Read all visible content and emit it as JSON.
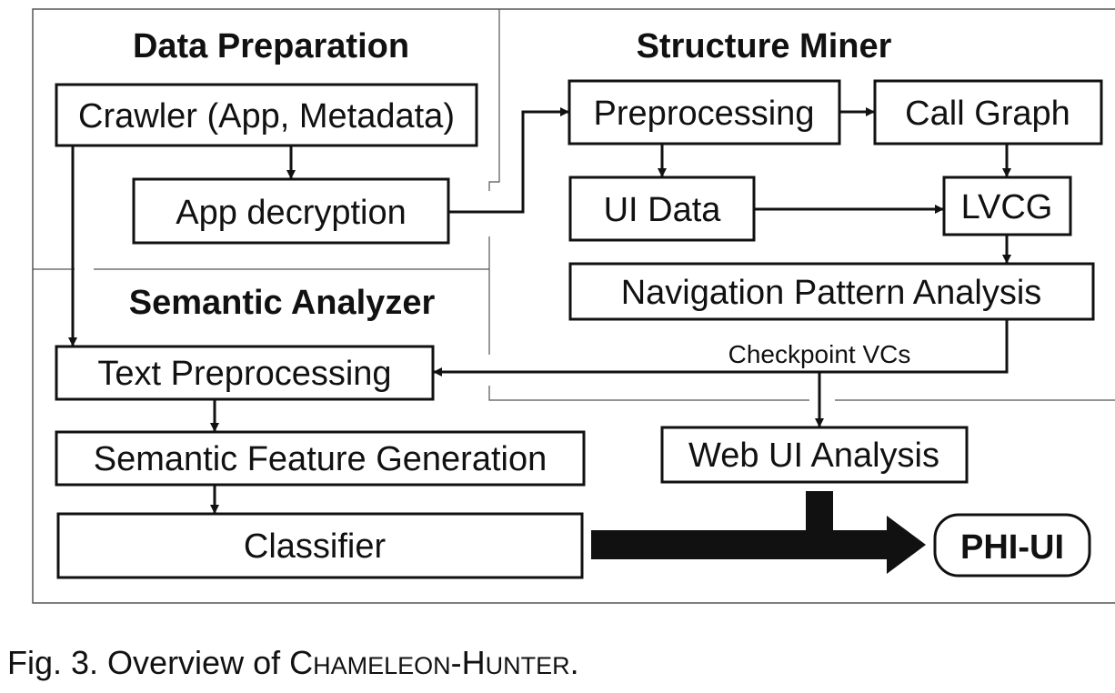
{
  "sections": {
    "data_preparation": "Data Preparation",
    "structure_miner": "Structure Miner",
    "semantic_analyzer": "Semantic Analyzer"
  },
  "nodes": {
    "crawler": "Crawler (App, Metadata)",
    "app_decryption": "App decryption",
    "preprocessing": "Preprocessing",
    "call_graph": "Call Graph",
    "ui_data": "UI Data",
    "lvcg": "LVCG",
    "navigation_pattern_analysis": "Navigation Pattern Analysis",
    "text_preprocessing": "Text Preprocessing",
    "semantic_feature_generation": "Semantic Feature Generation",
    "classifier": "Classifier",
    "web_ui_analysis": "Web UI Analysis"
  },
  "output": {
    "phi_ui": "PHI-UI"
  },
  "edge_labels": {
    "checkpoint_vcs": "Checkpoint VCs"
  },
  "caption": {
    "prefix": "Fig. 3. Overview of ",
    "c1": "C",
    "c2": "HAMELEON",
    "dash": "-",
    "h1": "H",
    "h2": "UNTER",
    "suffix": "."
  }
}
